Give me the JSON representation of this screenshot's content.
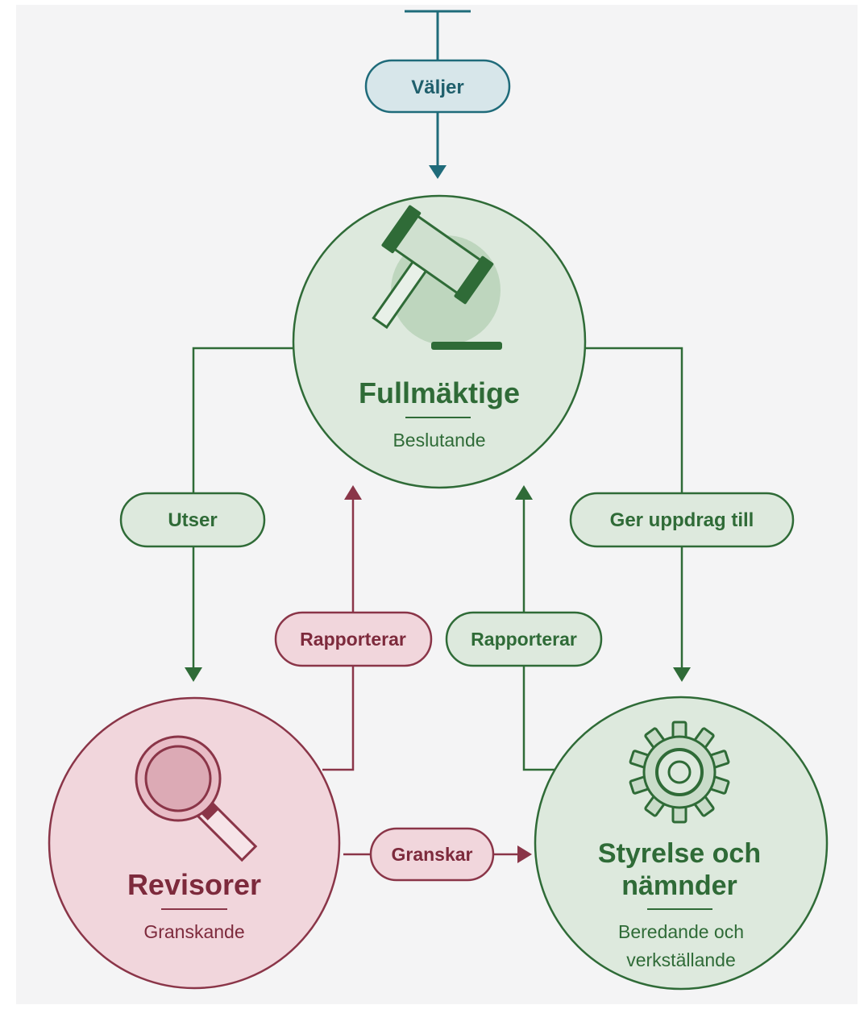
{
  "top_label": "Väljer",
  "nodes": {
    "fullmaktige": {
      "title": "Fullmäktige",
      "subtitle": "Beslutande"
    },
    "revisorer": {
      "title": "Revisorer",
      "subtitle": "Granskande"
    },
    "styrelse": {
      "title_line1": "Styrelse och",
      "title_line2": "nämnder",
      "subtitle_line1": "Beredande och",
      "subtitle_line2": "verkställande"
    }
  },
  "edges": {
    "utser": "Utser",
    "ger_uppdrag": "Ger uppdrag till",
    "rapporterar_revisorer": "Rapporterar",
    "rapporterar_styrelse": "Rapporterar",
    "granskar": "Granskar"
  },
  "colors": {
    "green": "#2f6b37",
    "green_fill": "#dde9dd",
    "blue": "#1f6b7a",
    "blue_fill": "#d7e6ea",
    "red": "#8a3548",
    "red_fill": "#f1d6dc",
    "background": "#f4f4f5"
  },
  "icons": {
    "fullmaktige": "gavel-icon",
    "revisorer": "magnifying-glass-icon",
    "styrelse": "gear-icon"
  }
}
